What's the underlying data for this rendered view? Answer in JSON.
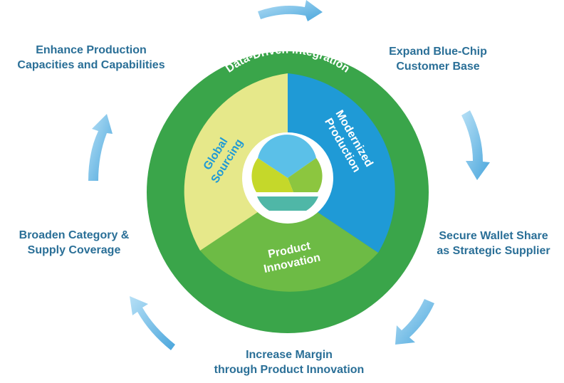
{
  "outer_ring_title": "Data-Driven Integration",
  "segments": {
    "global_sourcing": [
      "Global",
      "Sourcing"
    ],
    "modernized_production": [
      "Modernized",
      "Production"
    ],
    "product_innovation": [
      "Product",
      "Innovation"
    ]
  },
  "cycle_labels": {
    "enhance": [
      "Enhance Production",
      "Capacities and Capabilities"
    ],
    "expand": [
      "Expand Blue-Chip",
      "Customer Base"
    ],
    "secure": [
      "Secure Wallet Share",
      "as Strategic Supplier"
    ],
    "increase": [
      "Increase Margin",
      "through Product Innovation"
    ],
    "broaden": [
      "Broaden Category &",
      "Supply Coverage"
    ]
  },
  "colors": {
    "outer_ring": "#3aa54a",
    "global_sourcing": "#e6e88a",
    "modernized_production": "#1f9ad6",
    "product_innovation": "#6dbb45",
    "label_text": "#2a6f97",
    "arrow": "#7fc4ea",
    "logo_blue": "#5bc0e8",
    "logo_green": "#8cc63f",
    "logo_lime": "#c5d82a",
    "logo_teal": "#4fb7a7"
  },
  "icons": [
    "cycle-arrow-icon",
    "company-logo-icon"
  ]
}
